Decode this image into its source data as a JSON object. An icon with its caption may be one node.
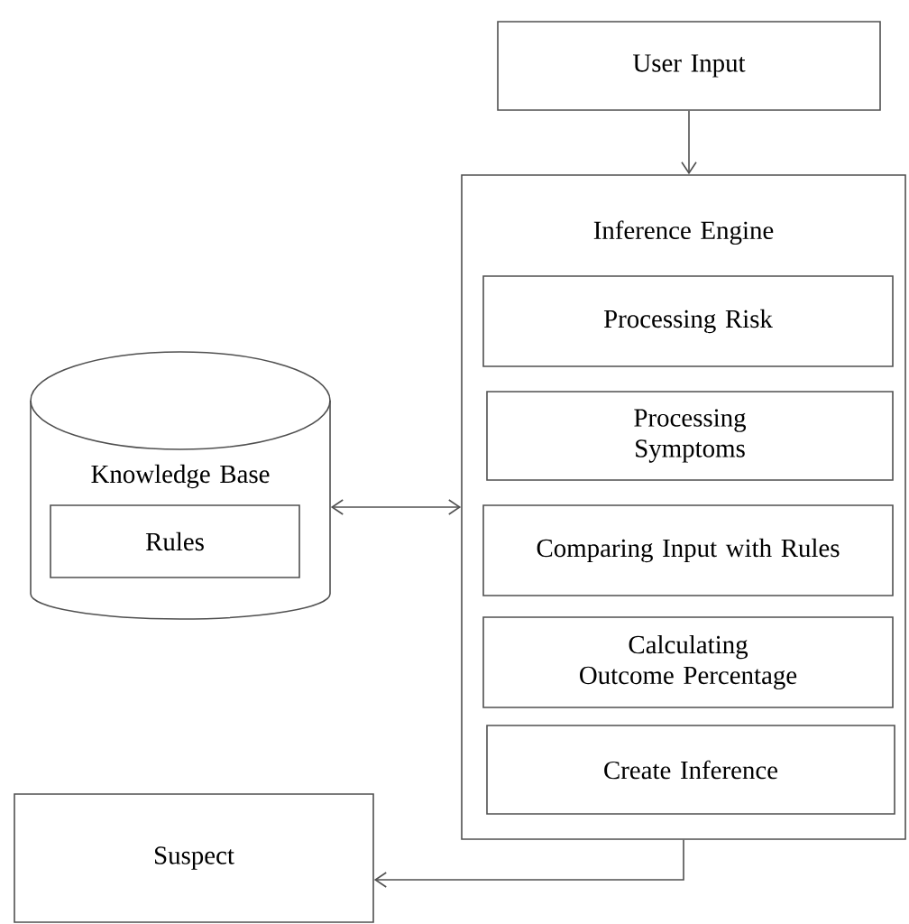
{
  "diagram": {
    "nodes": [
      {
        "text": [
          "User Input"
        ]
      },
      {
        "text": [
          "Inference Engine"
        ]
      },
      {
        "text": [
          "Processing Risk"
        ],
        "in": 1
      },
      {
        "text": [
          "Processing Symptoms"
        ],
        "in": 1
      },
      {
        "text": [
          "Comparing Input with Rules"
        ],
        "in": 1
      },
      {
        "text": [
          "Calculating Outcome Percentage"
        ],
        "in": 1
      },
      {
        "text": [
          "Create Inference"
        ],
        "in": 1
      },
      {
        "text": [
          "Knowledge Base"
        ]
      },
      {
        "text": [
          "Rules"
        ],
        "in": 7
      },
      {
        "text": [
          "Suspect"
        ]
      }
    ],
    "edges": [
      {
        "from": 0,
        "to": 1,
        "arrow": "to"
      },
      {
        "from": 7,
        "to": 1,
        "arrow": "both"
      },
      {
        "from": 1,
        "to": 9,
        "arrow": "to"
      }
    ]
  }
}
